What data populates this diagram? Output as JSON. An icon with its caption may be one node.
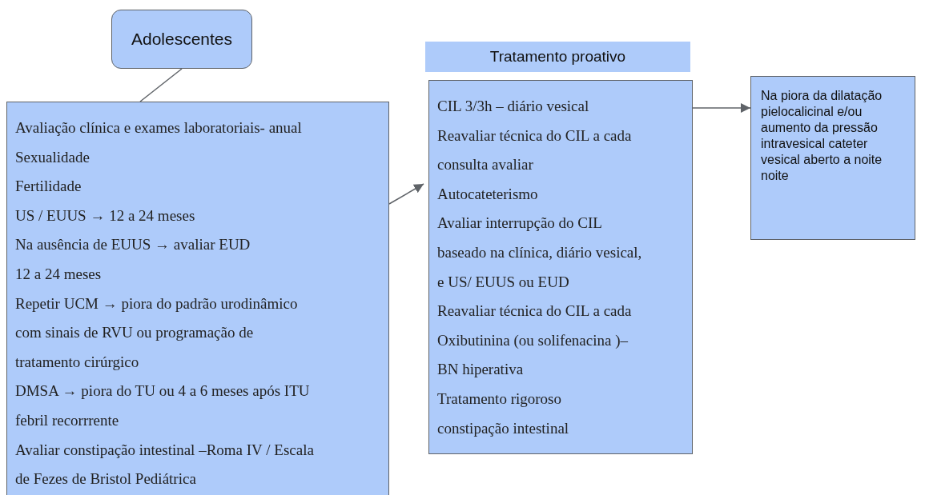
{
  "diagram": {
    "nodes": [
      {
        "text": [
          "Adolescentes"
        ]
      },
      {
        "text": [
          "Avaliação clínica e exames laboratoriais- anual",
          "Sexualidade",
          "Fertilidade",
          "US / EUUS → 12 a 24 meses",
          "Na ausência de EUUS → avaliar EUD",
          "12 a 24 meses",
          "Repetir UCM → piora do padrão urodinâmico",
          "com sinais de RVU ou programação de",
          "tratamento cirúrgico",
          "DMSA → piora do TU ou 4 a 6 meses após ITU",
          "febril recorrrente",
          "Avaliar constipação intestinal –Roma IV / Escala",
          "de Fezes de Bristol Pediátrica"
        ]
      },
      {
        "text": [
          "Tratamento proativo"
        ]
      },
      {
        "text": [
          "CIL 3/3h – diário vesical",
          "Reavaliar técnica do CIL a cada",
          "consulta avaliar",
          "Autocateterismo",
          "Avaliar interrupção do CIL",
          "baseado na clínica, diário vesical,",
          "e US/ EUUS ou EUD",
          "Reavaliar técnica do CIL a cada",
          "Oxibutinina (ou solifenacina )–",
          "BN hiperativa",
          "Tratamento rigoroso",
          "constipação intestinal"
        ]
      },
      {
        "text": [
          "Na piora da dilatação pielocalicinal e/ou aumento da pressão intravesical cateter vesical aberto a noite noite"
        ]
      }
    ],
    "edges": [
      {
        "from": 0,
        "to": 1,
        "arrow": "none"
      },
      {
        "from": 1,
        "to": 3,
        "arrow": "to"
      },
      {
        "from": 3,
        "to": 4,
        "arrow": "to"
      }
    ]
  }
}
